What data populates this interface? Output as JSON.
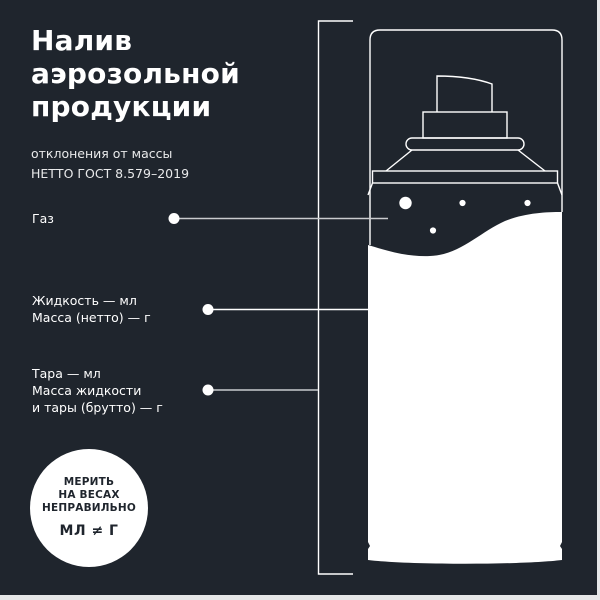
{
  "title": {
    "lines": [
      "Налив",
      "аэрозольной",
      "продукции"
    ]
  },
  "subtitle": {
    "lines": [
      "отклонения от массы",
      "НЕТТО ГОСТ 8.579–2019"
    ]
  },
  "labels": {
    "gas": {
      "lines": [
        "Газ"
      ]
    },
    "liquid": {
      "lines": [
        "Жидкость — мл",
        "Масса (нетто) — г"
      ]
    },
    "tare": {
      "lines": [
        "Тара — мл",
        "Масса жидкости",
        "и тары (брутто) — г"
      ]
    }
  },
  "badge": {
    "lines": [
      "МЕРИТЬ",
      "НА ВЕСАХ",
      "НЕПРАВИЛЬНО"
    ],
    "formula": "МЛ ≠ Г"
  },
  "colors": {
    "background": "#1f252d",
    "foreground": "#ffffff",
    "outer_border": "#e6e7e8"
  },
  "icons": {
    "can": "aerosol-can-icon",
    "bubbles": "gas-bubble-icon",
    "leader_dot": "leader-dot-icon"
  }
}
